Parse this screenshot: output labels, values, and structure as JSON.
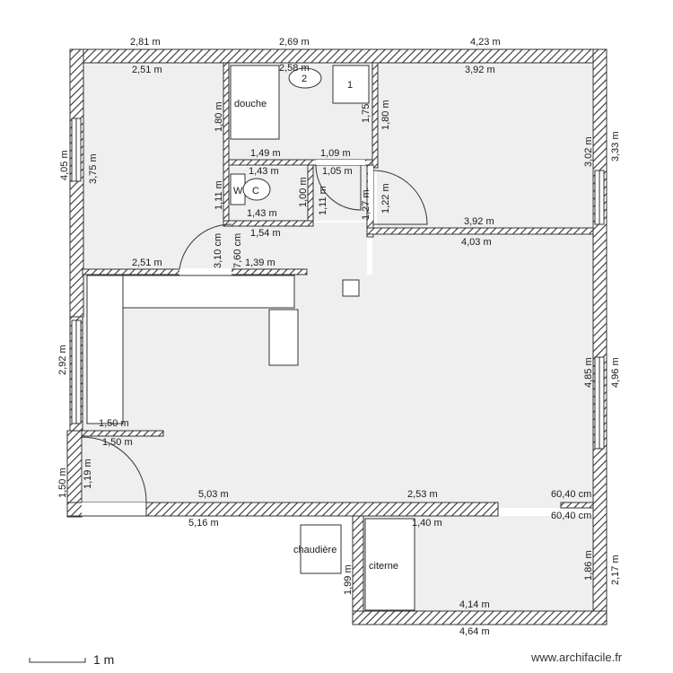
{
  "fixtures": {
    "shower": "douche",
    "wc_w": "W",
    "wc_c": "C",
    "marker_1": "1",
    "marker_2": "2",
    "boiler": "chaudière",
    "tank": "citerne"
  },
  "dimensions": {
    "d_281": "2,81 m",
    "d_269": "2,69 m",
    "d_423": "4,23 m",
    "d_251_top": "2,51 m",
    "d_258": "2,58 m",
    "d_392_top": "3,92 m",
    "d_180_a": "1,80 m",
    "d_175": "1,75",
    "d_180_b": "1,80 m",
    "d_405": "4,05 m",
    "d_375": "3,75 m",
    "d_302": "3,02 m",
    "d_333": "3,33 m",
    "d_149": "1,49 m",
    "d_109": "1,09 m",
    "d_143_a": "1,43 m",
    "d_105": "1,05 m",
    "d_111_a": "1,11 m",
    "d_100": "1,00 m",
    "d_111_b": "1,11 m",
    "d_127": "1,27 m",
    "d_122": "1,22 m",
    "d_143_b": "1,43 m",
    "d_154": "1,54 m",
    "d_392_mid": "3,92 m",
    "d_403": "4,03 m",
    "d_310": "3,10 cm",
    "d_760": "7,60 cm",
    "d_251_mid": "2,51 m",
    "d_139": "1,39 m",
    "d_292": "2,92 m",
    "d_485": "4,85 m",
    "d_496": "4,96 m",
    "d_150_a": "1,50 m",
    "d_150_b": "1,50 m",
    "d_150_c": "1,50 m",
    "d_119": "1,19 m",
    "d_503": "5,03 m",
    "d_253": "2,53 m",
    "d_6040_a": "60,40 cm",
    "d_6040_b": "60,40 cm",
    "d_516": "5,16 m",
    "d_140": "1,40 m",
    "d_199": "1,99 m",
    "d_186": "1,86 m",
    "d_217": "2,17 m",
    "d_414": "4,14 m",
    "d_464": "4,64 m"
  },
  "footer": {
    "scale": "1 m",
    "credit": "www.archifacile.fr"
  }
}
